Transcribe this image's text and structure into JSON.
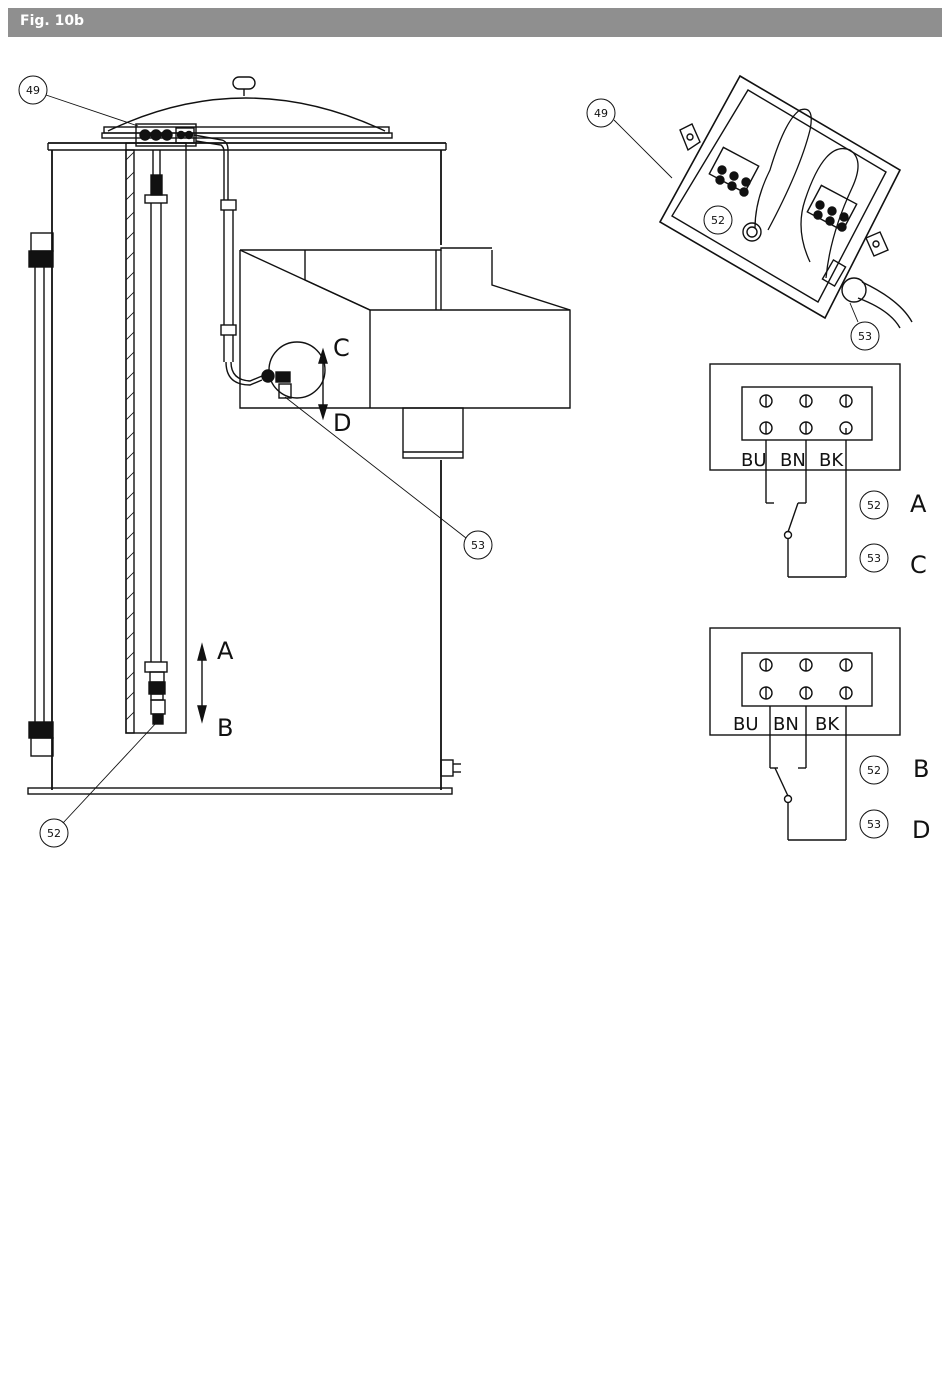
{
  "header": {
    "title": "Fig. 10b"
  },
  "main_view": {
    "callouts": {
      "tank_box": "49",
      "switch_lower": "52",
      "switch_upper": "53"
    },
    "arrows": {
      "up_1": "A",
      "down_1": "B",
      "up_2": "C",
      "down_2": "D"
    }
  },
  "detail_view": {
    "callouts": {
      "box": "49",
      "inner": "52",
      "cable": "53"
    }
  },
  "wiring_1": {
    "terminals": [
      "BU",
      "BN",
      "BK"
    ],
    "callout_a": "52",
    "letter_a": "A",
    "callout_b": "53",
    "letter_b": "C"
  },
  "wiring_2": {
    "terminals": [
      "BU",
      "BN",
      "BK"
    ],
    "callout_a": "52",
    "letter_a": "B",
    "callout_b": "53",
    "letter_b": "D"
  }
}
